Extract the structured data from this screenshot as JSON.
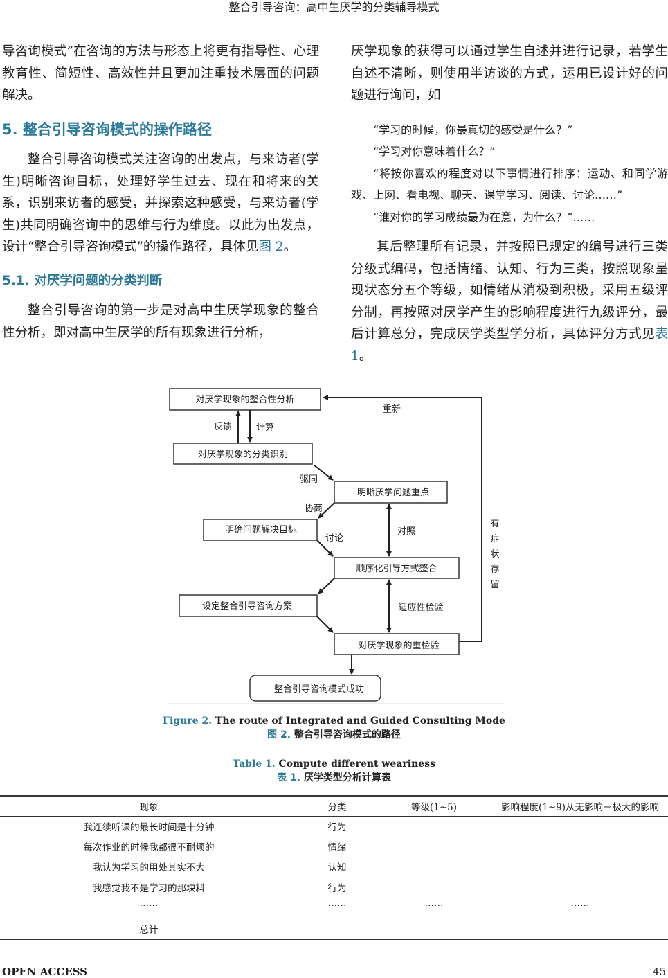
{
  "running_head": "整合引导咨询：高中生厌学的分类辅导模式",
  "left_column": {
    "para1": "导咨询模式”在咨询的方法与形态上将更有指导性、心理教育性、简短性、高效性并且更加注重技术层面的问题解决。",
    "section5_heading": "5.  整合引导咨询模式的操作路径",
    "para2": "整合引导咨询模式关注咨询的出发点，与来访者(学生)明晰咨询目标，处理好学生过去、现在和将来的关系，识别来访者的感受，并探索这种感受，与来访者(学生)共同明确咨询中的思维与行为维度。以此为出发点，设计“整合引导咨询模式”的操作路径，具体见",
    "para2_link": "图 2",
    "para2_end": "。",
    "section51_heading": "5.1.  对厌学问题的分类判断",
    "para3": "整合引导咨询的第一步是对高中生厌学现象的整合性分析，即对高中生厌学的所有现象进行分析，"
  },
  "right_column": {
    "para1": "厌学现象的获得可以通过学生自述并进行记录，若学生自述不清晰，则使用半访谈的方式，运用已设计好的问题进行询问，如",
    "quotes": [
      "“学习的时候，你最真切的感受是什么？”",
      "“学习对你意味着什么？”",
      "“将按你喜欢的程度对以下事情进行排序：运动、和同学游戏、上网、看电视、聊天、课堂学习、阅读、讨论……”",
      "“谁对你的学习成绩最为在意，为什么？”……"
    ],
    "para2": "其后整理所有记录，并按照已规定的编号进行三类分级式编码，包括情绪、认知、行为三类，按照现象呈现状态分五个等级，如情绪从消极到积极，采用五级评分制，再按照对厌学产生的影响程度进行九级评分，最后计算总分，完成厌学类型学分析，具体评分方式见",
    "para2_link": "表 1",
    "para2_end": "。"
  },
  "figure": {
    "boxes": {
      "b1": "对厌学现象的整合性分析",
      "b2": "对厌学现象的分类识别",
      "b3": "明晰厌学问题重点",
      "b4": "明确问题解决目标",
      "b5": "顺序化引导方式整合",
      "b6": "设定整合引导咨询方案",
      "b7": "对厌学现象的重检验",
      "b8": "整合引导咨询模式成功"
    },
    "labels": {
      "renew": "重新",
      "feedback": "反馈",
      "compute": "计算",
      "drive": "驱同",
      "negotiate": "协商",
      "discuss": "讨论",
      "contrast": "对照",
      "adapt": "适应性检验",
      "residual": [
        "有",
        "症",
        "状",
        "存",
        "留"
      ]
    },
    "caption_label_en": "Figure 2.",
    "caption_en": " The route of Integrated and Guided Consulting Mode",
    "caption_label_zh": "图 2.",
    "caption_zh": "  整合引导咨询模式的路径"
  },
  "table": {
    "caption_label_en": "Table 1.",
    "caption_en": " Compute different weariness",
    "caption_label_zh": "表 1.",
    "caption_zh": "  厌学类型分析计算表",
    "headers": [
      "现象",
      "分类",
      "等级(1~5)",
      "影响程度(1~9)从无影响－极大的影响"
    ],
    "rows": [
      [
        "我连续听课的最长时间是十分钟",
        "行为",
        "",
        ""
      ],
      [
        "每次作业的时候我都很不耐烦的",
        "情绪",
        "",
        ""
      ],
      [
        "我认为学习的用处其实不大",
        "认知",
        "",
        ""
      ],
      [
        "我感觉我不是学习的那块料",
        "行为",
        "",
        ""
      ],
      [
        "……",
        "……",
        "……",
        "……"
      ],
      [
        "总计",
        "",
        "",
        ""
      ]
    ]
  },
  "footer": {
    "left": "OPEN ACCESS",
    "page": "45"
  },
  "colors": {
    "accent": "#2b7a99"
  }
}
